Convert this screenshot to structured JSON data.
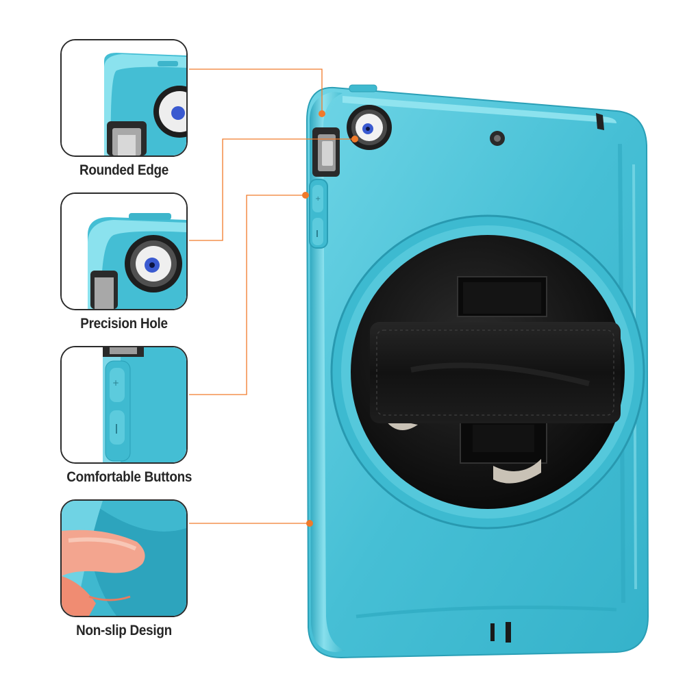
{
  "colors": {
    "case_teal": "#4cc3d8",
    "case_teal_dark": "#2aa6be",
    "case_teal_light": "#8fe3ef",
    "strap_black": "#161616",
    "leader_orange": "#f07a2a",
    "label_text": "#262626",
    "frame_border": "#2b2b2b"
  },
  "callouts": [
    {
      "label": "Rounded Edge"
    },
    {
      "label": "Precision Hole"
    },
    {
      "label": "Comfortable Buttons"
    },
    {
      "label": "Non-slip Design"
    }
  ],
  "product": {
    "features": [
      "camera-lens-icon",
      "mic-hole-icon",
      "volume-buttons",
      "hand-strap",
      "rotating-disc"
    ]
  }
}
